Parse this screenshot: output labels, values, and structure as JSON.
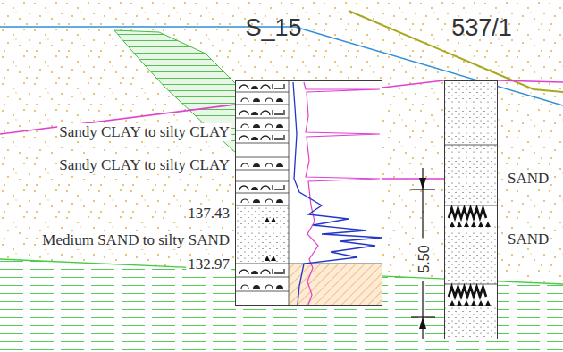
{
  "diagram": {
    "nodes": [
      {
        "text": [
          "S_15"
        ]
      },
      {
        "text": [
          "537/1"
        ]
      }
    ],
    "labels": [
      "Sandy CLAY to silty CLAY",
      "Sandy CLAY to silty CLAY",
      "137.43",
      "Medium SAND to silty SAND",
      "132.97",
      "SAND",
      "SAND",
      "5.50"
    ]
  }
}
